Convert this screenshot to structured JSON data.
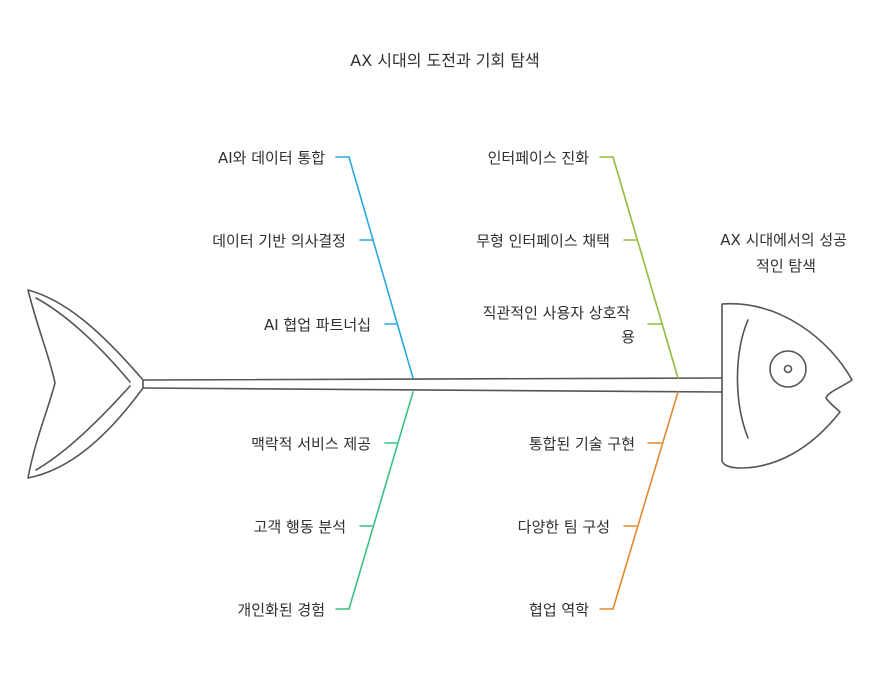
{
  "title": "AX 시대의 도전과 기회 탐색",
  "head_label": [
    "AX 시대에서의 성공",
    "적인 탐색"
  ],
  "branches": {
    "top_left": {
      "color": "#29a8e0",
      "items": [
        [
          "AI와 데이터 통합"
        ],
        [
          "데이터 기반 의사결정"
        ],
        [
          "AI 협업 파트너십"
        ]
      ]
    },
    "top_right": {
      "color": "#8fbd3a",
      "items": [
        [
          "인터페이스 진화"
        ],
        [
          "무형 인터페이스 채택"
        ],
        [
          "직관적인 사용자 상호작",
          "용"
        ]
      ]
    },
    "bottom_left": {
      "color": "#3cc185",
      "items": [
        [
          "맥락적 서비스 제공"
        ],
        [
          "고객 행동 분석"
        ],
        [
          "개인화된 경험"
        ]
      ]
    },
    "bottom_right": {
      "color": "#e08a2c",
      "items": [
        [
          "통합된 기술 구현"
        ],
        [
          "다양한 팀 구성"
        ],
        [
          "협업 역학"
        ]
      ]
    }
  }
}
